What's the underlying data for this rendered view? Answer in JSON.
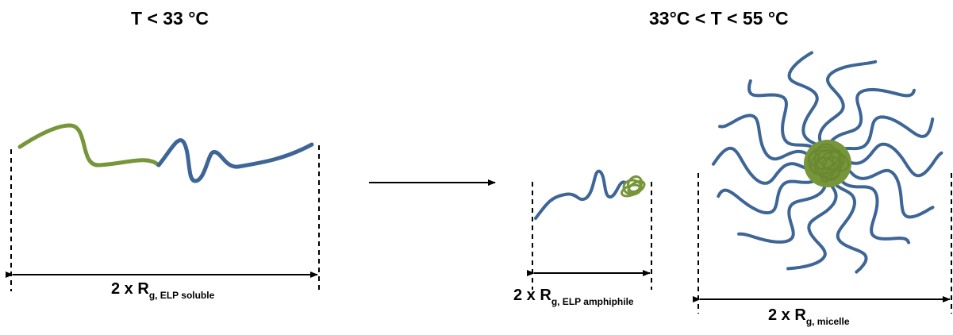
{
  "headings": {
    "low_temp": "T < 33 °C",
    "mid_temp": "33°C < T < 55 °C"
  },
  "labels": {
    "soluble": {
      "prefix": "2 x R",
      "sub": "g, ELP soluble"
    },
    "amphiphile": {
      "prefix": "2 x R",
      "sub": "g, ELP amphiphile"
    },
    "micelle": {
      "prefix": "2 x R",
      "sub": "g, micelle"
    }
  },
  "colors": {
    "hydrophobic_block": "#77963a",
    "hydrophilic_block": "#3d6596",
    "line": "#000000"
  }
}
